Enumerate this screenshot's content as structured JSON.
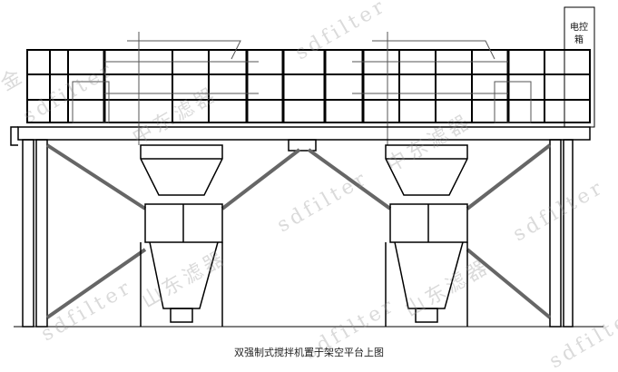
{
  "drawing": {
    "caption": "双强制式搅拌机置于架空平台上图",
    "control_box_label": "电控箱"
  },
  "watermarks": {
    "latin": "sdfilter",
    "chinese_a": "中东滤器",
    "chinese_b": "山东滤器",
    "partial": "金"
  }
}
